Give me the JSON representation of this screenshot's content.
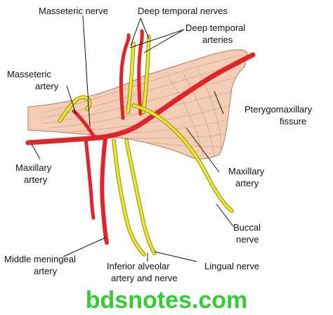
{
  "labels": {
    "masseteric_nerve": "Masseteric nerve",
    "deep_temporal_nerves": "Deep temporal nerves",
    "deep_temporal_arteries_1": "Deep temporal",
    "deep_temporal_arteries_2": "arteries",
    "masseteric_artery_1": "Masseteric",
    "masseteric_artery_2": "artery",
    "pterygomaxillary_fissure_1": "Pterygomaxillary",
    "pterygomaxillary_fissure_2": "fissure",
    "maxillary_artery_left_1": "Maxillary",
    "maxillary_artery_left_2": "artery",
    "maxillary_artery_right_1": "Maxillary",
    "maxillary_artery_right_2": "artery",
    "buccal_nerve_1": "Buccal",
    "buccal_nerve_2": "nerve",
    "middle_meningeal_artery_1": "Middle meningeal",
    "middle_meningeal_artery_2": "artery",
    "inferior_alveolar_1": "Inferior alveolar",
    "inferior_alveolar_2": "artery and nerve",
    "lingual_nerve": "Lingual nerve"
  },
  "watermark": "bdsnotes.com",
  "colors": {
    "artery": "#e0242c",
    "nerve": "#eeea2a",
    "muscle": "#f4cdb6",
    "watermark": "#33cc33"
  }
}
